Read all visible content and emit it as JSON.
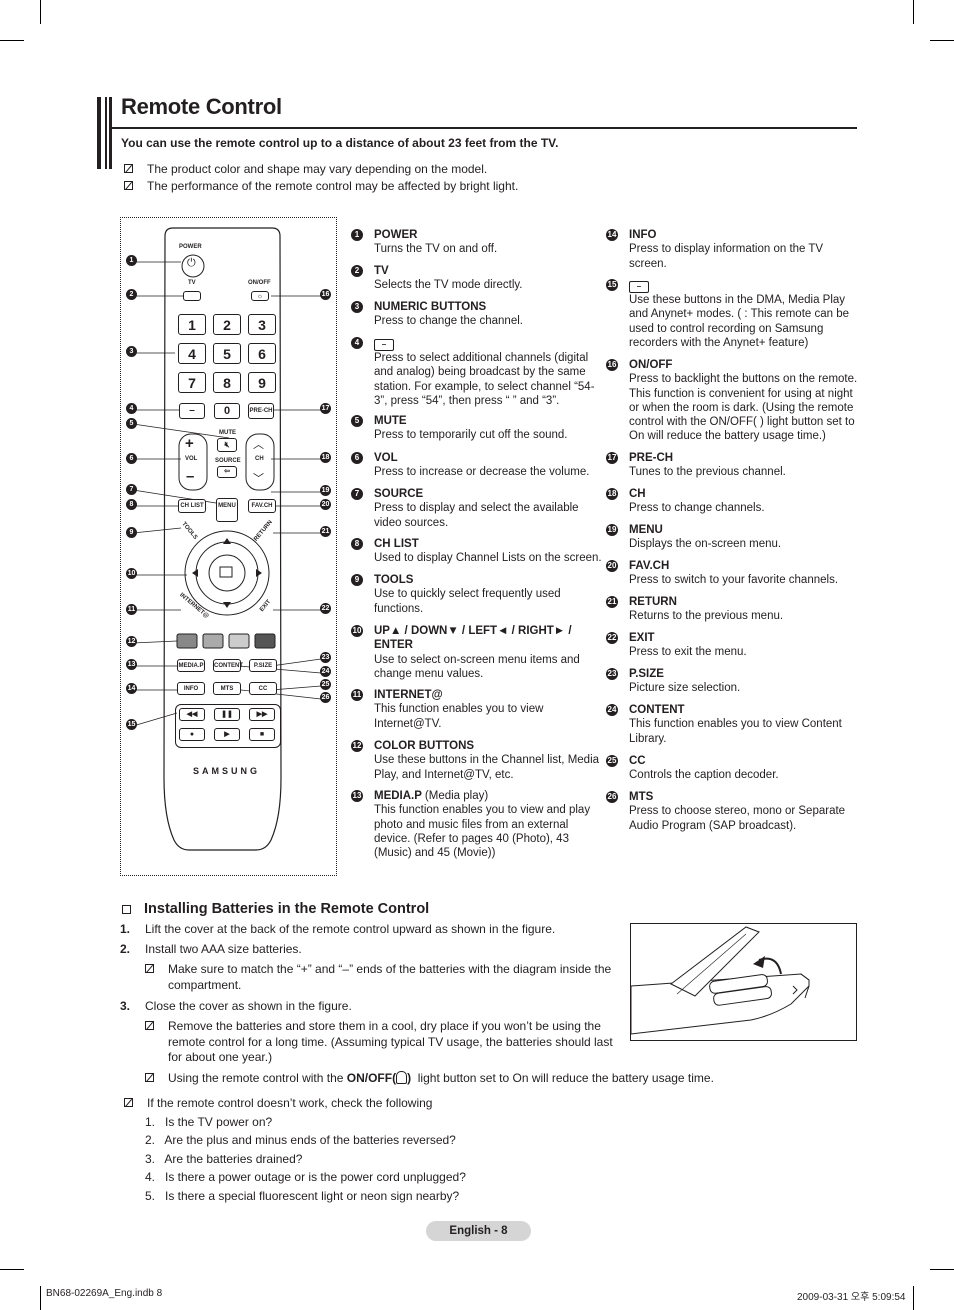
{
  "page": {
    "title": "Remote Control",
    "intro": "You can use the remote control up to a distance of about 23 feet from the TV.",
    "notes": [
      "The product color and shape may vary depending on the model.",
      "The performance of the remote control may be affected by bright light."
    ]
  },
  "remote": {
    "power": "POWER",
    "tv": "TV",
    "onoff": "ON/OFF",
    "digits": [
      "1",
      "2",
      "3",
      "4",
      "5",
      "6",
      "7",
      "8",
      "9"
    ],
    "zero": "0",
    "prech": "PRE-CH",
    "mute": "MUTE",
    "vol": "VOL",
    "source": "SOURCE",
    "ch": "CH",
    "chlist": "CH LIST",
    "menu": "MENU",
    "favch": "FAV.CH",
    "tools": "TOOLS",
    "return": "RETURN",
    "internet": "INTERNET@",
    "exit": "EXIT",
    "mediap": "MEDIA.P",
    "content": "CONTENT",
    "psize": "P.SIZE",
    "info": "INFO",
    "mts": "MTS",
    "cc": "CC",
    "brand": "SAMSUNG",
    "callouts_left": [
      "1",
      "2",
      "3",
      "4",
      "5",
      "6",
      "7",
      "8",
      "9",
      "10",
      "11",
      "12",
      "13",
      "14",
      "15"
    ],
    "callouts_right": [
      "16",
      "17",
      "18",
      "19",
      "20",
      "21",
      "22",
      "23",
      "24",
      "25",
      "26"
    ]
  },
  "descriptions": {
    "col1": [
      {
        "n": "1",
        "head": "POWER",
        "body": "Turns the TV on and off."
      },
      {
        "n": "2",
        "head": "TV",
        "body": "Selects the TV mode directly."
      },
      {
        "n": "3",
        "head": "NUMERIC BUTTONS",
        "body": "Press to change the channel."
      },
      {
        "n": "4",
        "head": "",
        "body": "Press to select additional channels (digital and analog) being broadcast by the same station. For example, to select channel “54-3”, press “54”, then press “ ” and “3”."
      },
      {
        "n": "5",
        "head": "MUTE",
        "body": "Press to temporarily cut off the sound."
      },
      {
        "n": "6",
        "head": "VOL",
        "body": "Press to increase or decrease the volume."
      },
      {
        "n": "7",
        "head": "SOURCE",
        "body": "Press to display and select the available video sources."
      },
      {
        "n": "8",
        "head": "CH LIST",
        "body": "Used to display Channel Lists on the screen."
      },
      {
        "n": "9",
        "head": "TOOLS",
        "body": "Use to quickly select frequently used functions."
      },
      {
        "n": "10",
        "head": "UP▲ / DOWN▼ / LEFT◄ / RIGHT► / ENTER",
        "body": "Use to select on-screen menu items and change menu values."
      },
      {
        "n": "11",
        "head": "INTERNET@",
        "body": "This function enables you to view Internet@TV."
      },
      {
        "n": "12",
        "head": "COLOR BUTTONS",
        "body": "Use these buttons in the Channel list, Media Play, and Internet@TV, etc."
      },
      {
        "n": "13",
        "head": "MEDIA.P",
        "head_plain": "(Media play)",
        "body": "This function enables you to view and play photo and music files from an external device. (Refer to pages 40 (Photo), 43 (Music) and 45 (Movie))"
      }
    ],
    "col2": [
      {
        "n": "14",
        "head": "INFO",
        "body": "Press to display information on the TV screen."
      },
      {
        "n": "15",
        "head": "",
        "body": "Use these buttons in the DMA, Media Play and Anynet+ modes. ( : This remote can be used to control recording on Samsung recorders with the Anynet+ feature)"
      },
      {
        "n": "16",
        "head": "ON/OFF",
        "body": "Press to backlight the buttons on the remote. This function is convenient for using at night or when the room is dark. (Using the remote control with the ON/OFF( ) light button set to On will reduce the battery usage time.)"
      },
      {
        "n": "17",
        "head": "PRE-CH",
        "body": "Tunes to the previous channel."
      },
      {
        "n": "18",
        "head": "CH",
        "body": "Press to change channels."
      },
      {
        "n": "19",
        "head": "MENU",
        "body": "Displays the on-screen menu."
      },
      {
        "n": "20",
        "head": "FAV.CH",
        "body": "Press to switch to your favorite channels."
      },
      {
        "n": "21",
        "head": "RETURN",
        "body": "Returns to the previous menu."
      },
      {
        "n": "22",
        "head": "EXIT",
        "body": "Press to exit the menu."
      },
      {
        "n": "23",
        "head": "P.SIZE",
        "body": "Picture size selection."
      },
      {
        "n": "24",
        "head": "CONTENT",
        "body": "This function enables you to view Content Library."
      },
      {
        "n": "25",
        "head": "CC",
        "body": "Controls the caption decoder."
      },
      {
        "n": "26",
        "head": "MTS",
        "body": "Press to choose stereo, mono or Separate Audio Program (SAP broadcast)."
      }
    ]
  },
  "batteries": {
    "title": "Installing Batteries in the Remote Control",
    "step1_num": "1.",
    "step1": "Lift the cover at the back of the remote control upward as shown in the figure.",
    "step2_num": "2.",
    "step2": "Install two AAA size batteries.",
    "step2_note": "Make sure to match the “+” and “–” ends of the batteries with the diagram inside the compartment.",
    "step3_num": "3.",
    "step3": "Close the cover as shown in the figure.",
    "step3_note1": "Remove the batteries and store them in a cool, dry place if you won’t be using the remote control for a long time. (Assuming typical TV usage, the batteries should last for about one year.)",
    "step3_note2_pre": "Using the remote control with the",
    "step3_note2_bold": "ON/OFF(",
    "step3_note2_bold_end": ")",
    "step3_note2_post": "light button set to On will reduce the battery usage time."
  },
  "troubleshoot": {
    "intro": "If the remote control doesn’t work, check the following",
    "items": [
      "1.   Is the TV power on?",
      "2.   Are the plus and minus ends of the batteries reversed?",
      "3.   Are the batteries drained?",
      "4.   Is there a power outage or is the power cord unplugged?",
      "5.   Is there a special fluorescent light or neon sign nearby?"
    ]
  },
  "footer": {
    "page_label": "English - 8",
    "file": "BN68-02269A_Eng.indb   8",
    "timestamp": "2009-03-31   오후 5:09:54"
  }
}
